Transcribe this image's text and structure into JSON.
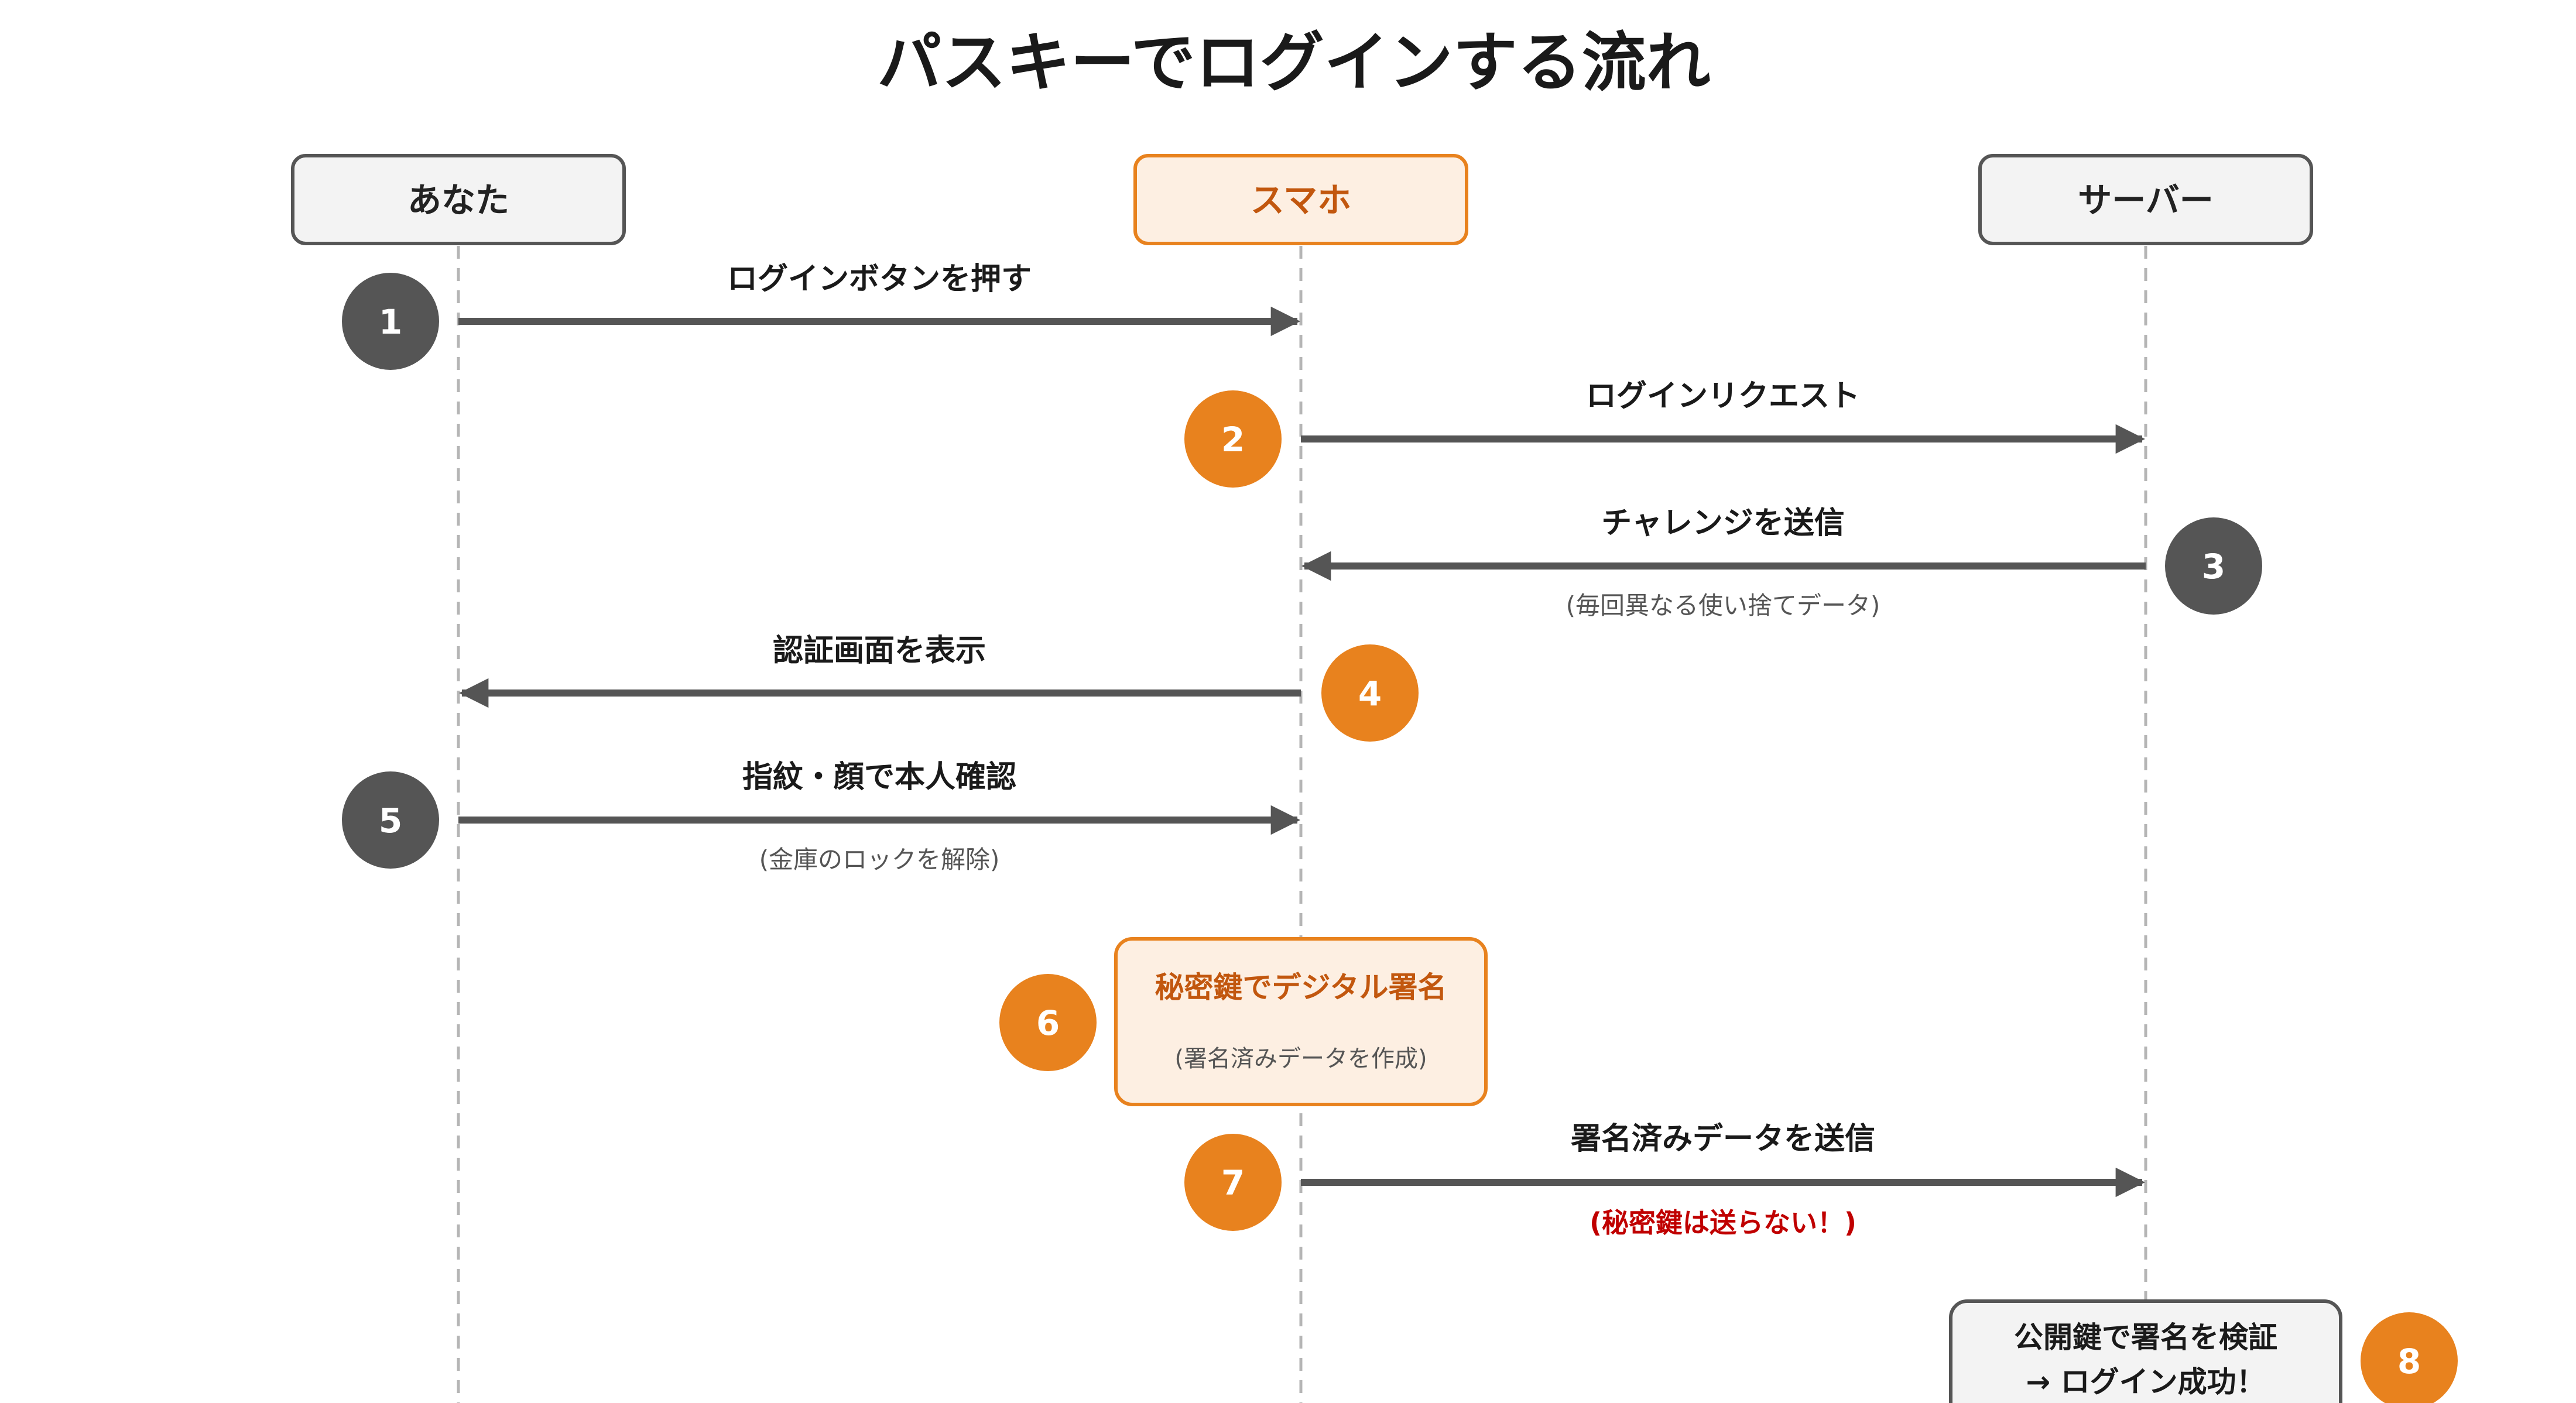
{
  "title": "パスキーでログインする流れ",
  "colors": {
    "accent": "#E8821E",
    "dark": "#555555",
    "warn": "#C00000"
  },
  "actors": [
    {
      "id": "user",
      "label": "あなた"
    },
    {
      "id": "phone",
      "label": "スマホ"
    },
    {
      "id": "server",
      "label": "サーバー"
    }
  ],
  "steps": [
    {
      "number": "1",
      "label": "ログインボタンを押す",
      "note": ""
    },
    {
      "number": "2",
      "label": "ログインリクエスト",
      "note": ""
    },
    {
      "number": "3",
      "label": "チャレンジを送信",
      "note": "(毎回異なる使い捨てデータ)"
    },
    {
      "number": "4",
      "label": "認証画面を表示",
      "note": ""
    },
    {
      "number": "5",
      "label": "指紋・顔で本人確認",
      "note": "(金庫のロックを解除)"
    },
    {
      "number": "6",
      "label": "秘密鍵でデジタル署名",
      "note": "(署名済みデータを作成)"
    },
    {
      "number": "7",
      "label": "署名済みデータを送信",
      "note": "(秘密鍵は送らない！)"
    },
    {
      "number": "8",
      "label": "公開鍵で署名を検証",
      "note": "→ ログイン成功！"
    }
  ]
}
